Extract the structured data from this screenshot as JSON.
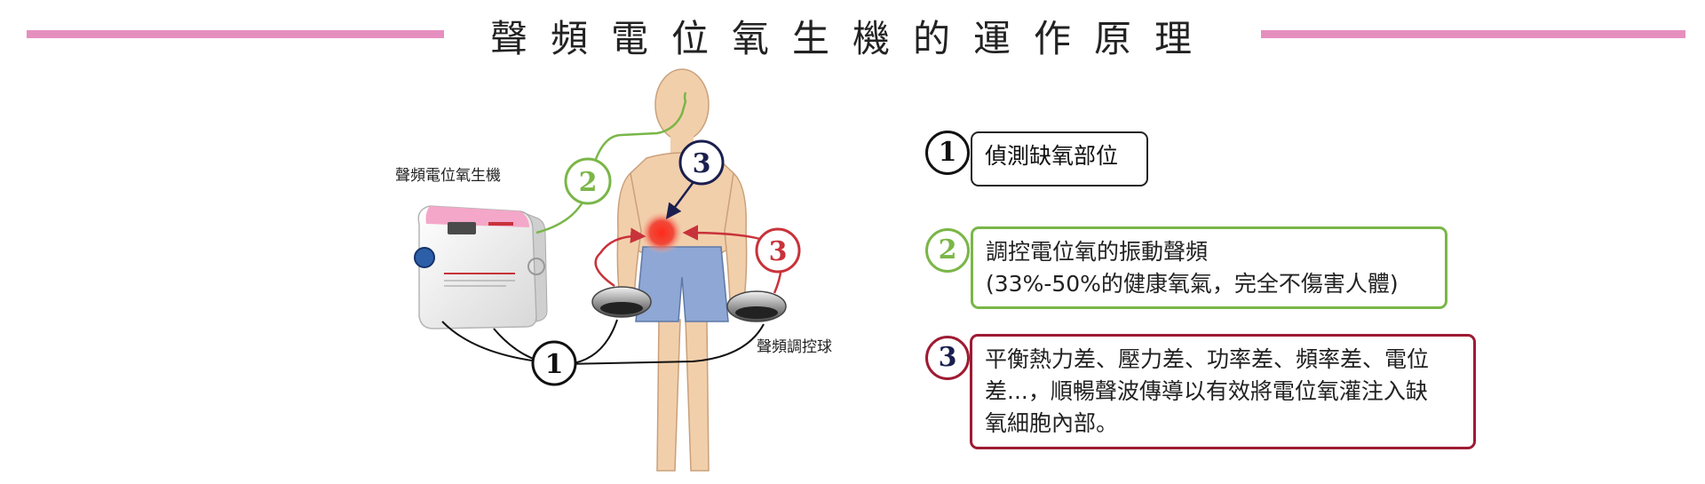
{
  "title": "聲頻電位氧生機的運作原理",
  "colors": {
    "pink": "#e68fbf",
    "green": "#7ab648",
    "red": "#c8323a",
    "navy": "#1b1f4f",
    "black": "#111111"
  },
  "diagram": {
    "device_label": "聲頻電位氧生機",
    "ball_label": "聲頻調控球",
    "markers": [
      "1",
      "2",
      "3",
      "3"
    ]
  },
  "steps": [
    {
      "num": "1",
      "lines": [
        "偵測缺氧部位"
      ]
    },
    {
      "num": "2",
      "lines": [
        "調控電位氧的振動聲頻",
        "(33%-50%的健康氧氣，完全不傷害人體)"
      ]
    },
    {
      "num": "3",
      "lines": [
        "平衡熱力差、壓力差、功率差、頻率差、電位",
        "差...，順暢聲波傳導以有效將電位氧灌注入缺",
        "氧細胞內部。"
      ]
    }
  ]
}
